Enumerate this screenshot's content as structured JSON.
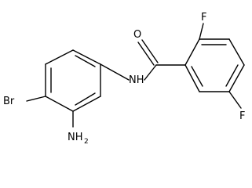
{
  "structure": {
    "labels": {
      "br": "Br",
      "nh": "NH",
      "o": "O",
      "f_top": "F",
      "f_bottom": "F",
      "nh2_main": "NH",
      "nh2_sub": "2"
    }
  }
}
